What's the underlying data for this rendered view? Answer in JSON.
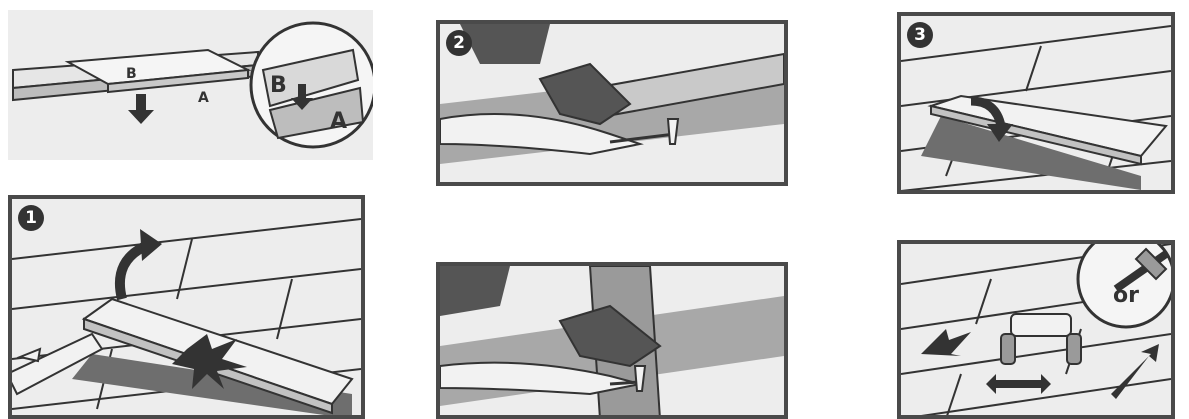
{
  "panels": {
    "tongue_groove": {
      "label_b": "B",
      "label_a": "A",
      "detail_label_b": "B",
      "detail_label_a": "A"
    },
    "lift_cut": {
      "step": "1"
    },
    "saw_top": {
      "step": "2"
    },
    "saw_bottom": {},
    "insert_plank": {
      "step": "3"
    },
    "roller": {
      "alt_tool_text": "or"
    }
  },
  "colors": {
    "line": "#333333",
    "panel_bg": "#ededed",
    "shadow": "#6e6e6e",
    "frame": "#4a4a4a"
  }
}
